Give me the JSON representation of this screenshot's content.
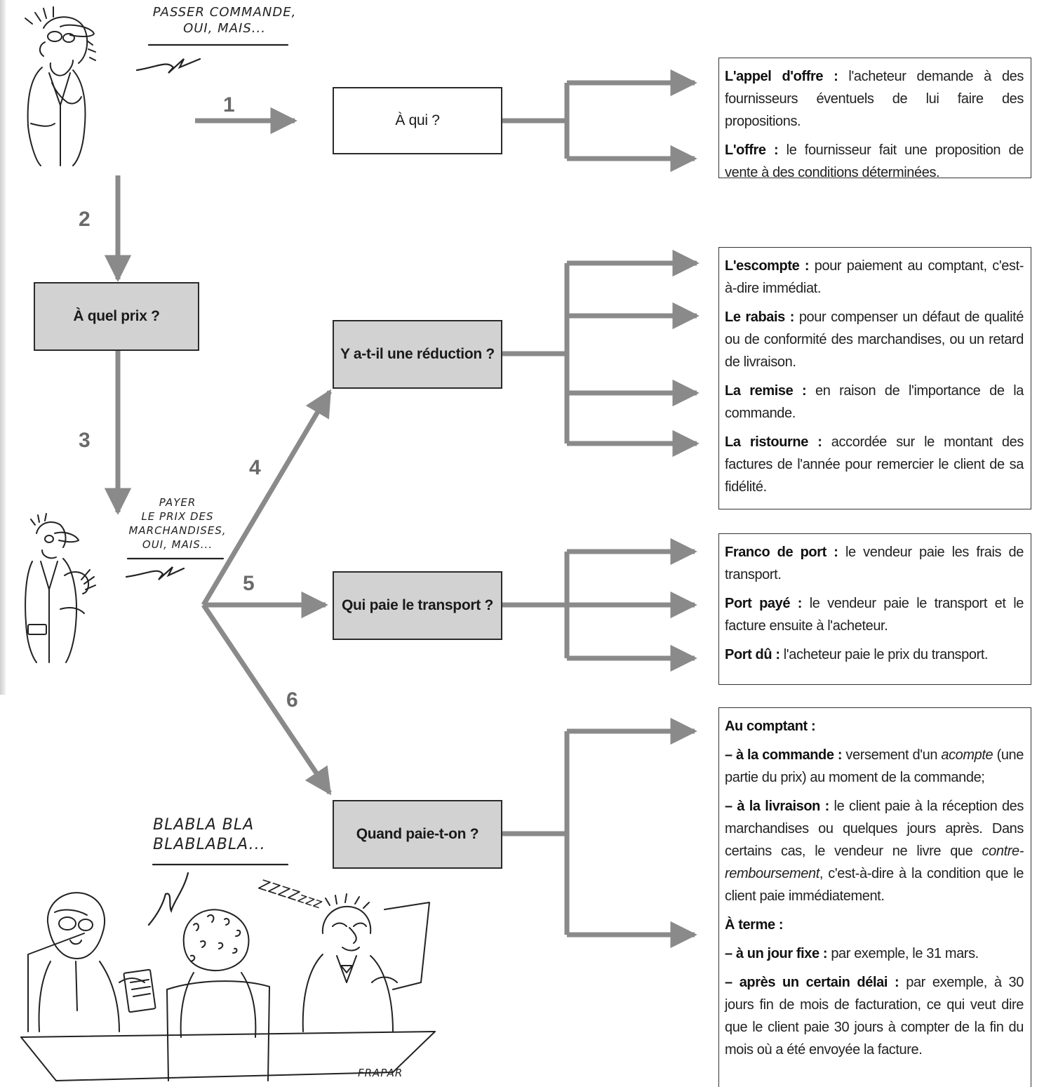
{
  "steps": [
    "1",
    "2",
    "3",
    "4",
    "5",
    "6"
  ],
  "speech": {
    "top_line1": "PASSER COMMANDE,",
    "top_line2": "OUI, MAIS...",
    "middle_line1": "PAYER",
    "middle_line2": "LE PRIX DES",
    "middle_line3": "MARCHANDISES,",
    "middle_line4": "OUI, MAIS...",
    "bottom_line1": "BLABLA BLA",
    "bottom_line2": "BLABLABLA...",
    "snore": "ZZZZzzz",
    "signature": "FRAPAR"
  },
  "questions": {
    "a_qui": "À qui ?",
    "a_quel_prix": "À quel prix ?",
    "reduction": "Y a-t-il une réduction ?",
    "transport": "Qui paie le transport ?",
    "quand": "Quand paie-t-on ?"
  },
  "box1": {
    "p1_term": "L'appel d'offre :",
    "p1_text": " l'acheteur demande à des fournisseurs éventuels de lui faire des propositions.",
    "p2_term": "L'offre :",
    "p2_text": " le fournisseur fait une proposition de vente à des conditions déterminées."
  },
  "box2": {
    "p1_term": "L'escompte :",
    "p1_text": " pour paiement au comptant, c'est-à-dire immédiat.",
    "p2_term": "Le rabais :",
    "p2_text": " pour compenser un défaut de qualité ou de conformité des marchandises, ou un retard de livraison.",
    "p3_term": "La remise :",
    "p3_text": " en raison de l'importance de la commande.",
    "p4_term": "La ristourne :",
    "p4_text": " accordée sur le montant des factures de l'année pour remercier le client de sa fidélité."
  },
  "box3": {
    "p1_term": "Franco de port :",
    "p1_text": " le vendeur paie les frais de transport.",
    "p2_term": "Port payé :",
    "p2_text": " le vendeur paie le transport et le facture ensuite à l'acheteur.",
    "p3_term": "Port dû :",
    "p3_text": " l'acheteur paie le prix du transport."
  },
  "box4": {
    "h1": "Au comptant :",
    "a_term": "– à la commande :",
    "a_text1": " versement d'un ",
    "a_em": "acompte",
    "a_text2": " (une partie du prix) au moment de la commande;",
    "b_term": "– à la livraison :",
    "b_text1": " le client paie à la réception des marchandises ou quelques jours après. Dans certains cas, le vendeur ne livre que ",
    "b_em": "contre-remboursement",
    "b_text2": ", c'est-à-dire à la condition que le client paie immédiatement.",
    "h2": "À terme :",
    "c_term": "– à un jour fixe :",
    "c_text": " par exemple, le 31 mars.",
    "d_term": "– après un certain délai :",
    "d_text": " par exemple, à 30 jours fin de mois de facturation, ce qui veut dire que le client paie 30 jours à compter de la fin du mois où a été envoyée la facture."
  }
}
